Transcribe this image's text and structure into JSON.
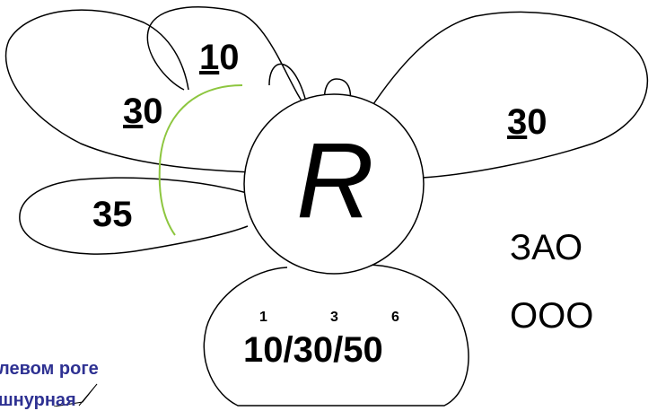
{
  "petals": {
    "top_small": {
      "prefix": "1",
      "rest": "0"
    },
    "upper_left": {
      "prefix": "3",
      "rest": "0"
    },
    "lower_left": {
      "value": "35"
    },
    "right": {
      "prefix": "3",
      "rest": "0"
    }
  },
  "center": {
    "letter": "R"
  },
  "bottom": {
    "superscripts": [
      "1",
      "3",
      "6"
    ],
    "value": "10/30/50"
  },
  "organizations": [
    "ЗАО",
    "ООО"
  ],
  "note": {
    "line1": "левом роге",
    "line2": "шнурная"
  },
  "colors": {
    "outline": "#000000",
    "arc": "#8dc63f",
    "note_text": "#2e3192"
  }
}
